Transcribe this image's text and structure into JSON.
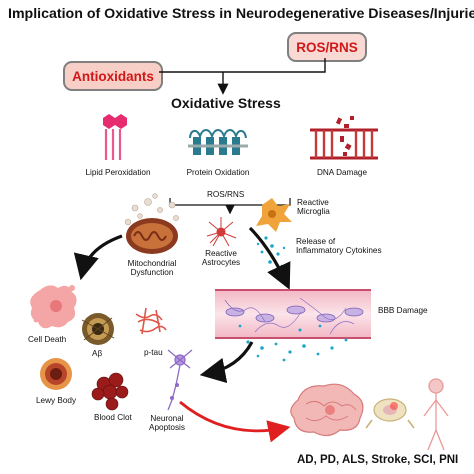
{
  "title": "Implication of Oxidative Stress in Neurodegenerative Diseases/Injuries",
  "boxes": {
    "ros": "ROS/RNS",
    "antioxidants": "Antioxidants"
  },
  "oxidative_stress": "Oxidative Stress",
  "damage": {
    "lipid": "Lipid Peroxidation",
    "protein": "Protein Oxidation",
    "dna": "DNA Damage"
  },
  "mechanisms": {
    "ros_rns": "ROS/RNS",
    "microglia_line1": "Reactive",
    "microglia_line2": "Microglia",
    "astro_line1": "Reactive",
    "astro_line2": "Astrocytes",
    "mito_line1": "Mitochondrial",
    "mito_line2": "Dysfunction",
    "cytokines_line1": "Release of",
    "cytokines_line2": "Inflammatory Cytokines",
    "bbb": "BBB Damage"
  },
  "outcomes": {
    "cell_death": "Cell Death",
    "abeta": "Aβ",
    "ptau": "p-tau",
    "lewy": "Lewy Body",
    "clot": "Blood Clot",
    "apop_line1": "Neuronal",
    "apop_line2": "Apoptosis"
  },
  "diseases": "AD, PD, ALS, Stroke, SCI, PNI",
  "colors": {
    "accent_red": "#d01818",
    "box_fill": "#f8d9d4",
    "blue_dots": "#1aa6c8"
  }
}
